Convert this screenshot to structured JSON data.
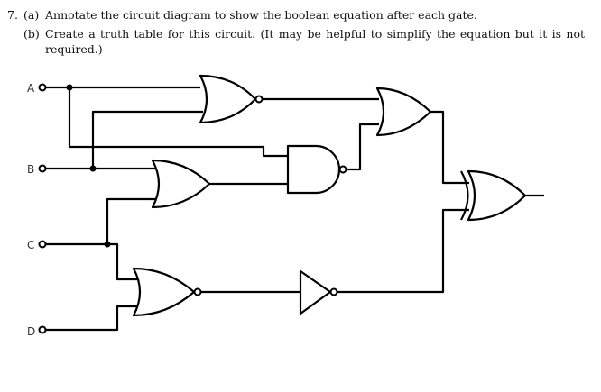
{
  "question": {
    "number": "7.",
    "part_a_label": "(a)",
    "part_a_text": "Annotate the circuit diagram to show the boolean equation after each gate.",
    "part_b_label": "(b)",
    "part_b_text": "Create a truth table for this circuit. (It may be helpful to simplify the equation but it is not required.)"
  },
  "inputs": [
    "A",
    "B",
    "C",
    "D"
  ],
  "gates": [
    {
      "name": "nor-gate-1",
      "type": "NOR",
      "inputs": [
        "A",
        "B"
      ]
    },
    {
      "name": "or-gate-1",
      "type": "OR",
      "inputs": [
        "B",
        "C"
      ]
    },
    {
      "name": "nand-gate",
      "type": "NAND",
      "inputs": [
        "A",
        "OR(B,C)"
      ]
    },
    {
      "name": "or-gate-2",
      "type": "OR",
      "inputs": [
        "NOR(A,B)",
        "NAND"
      ]
    },
    {
      "name": "nor-gate-2",
      "type": "NOR",
      "inputs": [
        "C",
        "D"
      ]
    },
    {
      "name": "not-gate",
      "type": "NOT",
      "inputs": [
        "NOR(C,D)"
      ]
    },
    {
      "name": "xor-gate",
      "type": "XOR",
      "inputs": [
        "OR-2",
        "NOT"
      ]
    }
  ]
}
